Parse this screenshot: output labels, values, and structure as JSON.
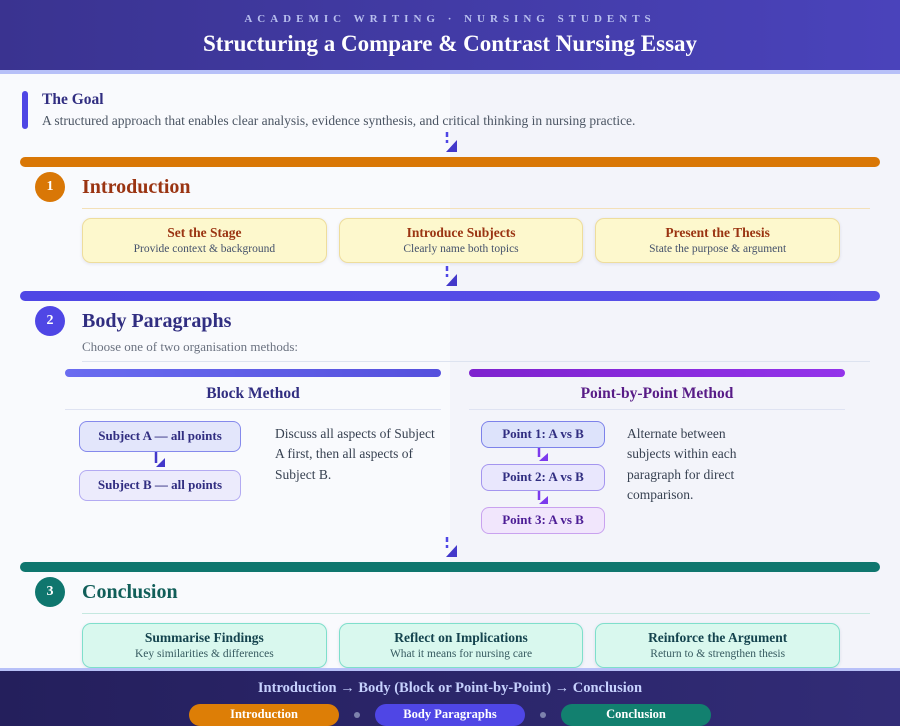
{
  "header": {
    "kicker": "ACADEMIC WRITING · NURSING STUDENTS",
    "title": "Structuring a Compare & Contrast Nursing Essay"
  },
  "goal": {
    "title": "The Goal",
    "text": "A structured approach that enables clear analysis, evidence synthesis, and critical thinking in nursing practice."
  },
  "sections": [
    {
      "number": "1",
      "title": "Introduction",
      "accent_color": "#d97706",
      "cards": [
        {
          "title": "Set the Stage",
          "subtitle": "Provide context & background"
        },
        {
          "title": "Introduce Subjects",
          "subtitle": "Clearly name both topics"
        },
        {
          "title": "Present the Thesis",
          "subtitle": "State the purpose & argument"
        }
      ]
    },
    {
      "number": "2",
      "title": "Body Paragraphs",
      "subtitle": "Choose one of two organisation methods:",
      "accent_color": "#4f46e5",
      "methods": [
        {
          "title": "Block Method",
          "accent_color": "#5550dd",
          "boxes": [
            "Subject A — all points",
            "Subject B — all points"
          ],
          "description": "Discuss all aspects of Subject A first, then all aspects of Subject B."
        },
        {
          "title": "Point-by-Point Method",
          "accent_color": "#8b2fd6",
          "boxes": [
            "Point 1: A vs B",
            "Point 2: A vs B",
            "Point 3: A vs B"
          ],
          "description": "Alternate between subjects within each paragraph for direct comparison."
        }
      ]
    },
    {
      "number": "3",
      "title": "Conclusion",
      "accent_color": "#0f766e",
      "cards": [
        {
          "title": "Summarise Findings",
          "subtitle": "Key similarities & differences"
        },
        {
          "title": "Reflect on Implications",
          "subtitle": "What it means for nursing care"
        },
        {
          "title": "Reinforce the Argument",
          "subtitle": "Return to & strengthen thesis"
        }
      ]
    }
  ],
  "footer": {
    "flow": "Introduction → Body (Block or Point-by-Point) → Conclusion",
    "pills": [
      {
        "label": "Introduction",
        "color": "#d97706"
      },
      {
        "label": "Body Paragraphs",
        "color": "#4f46e5"
      },
      {
        "label": "Conclusion",
        "color": "#0f766e"
      }
    ]
  }
}
